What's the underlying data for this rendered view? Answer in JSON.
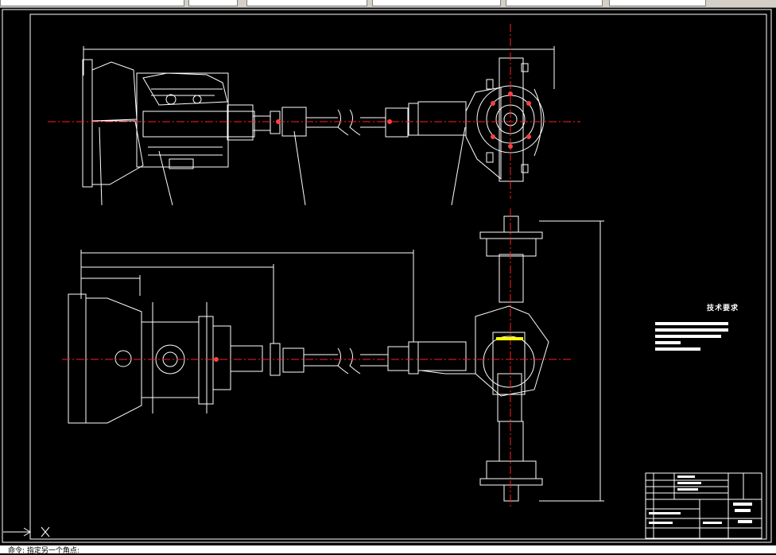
{
  "window": {
    "title": ""
  },
  "drawing": {
    "tech_requirements_title": "技术要求",
    "tech_requirement_lines": [
      100,
      100,
      90,
      35,
      62
    ],
    "colors": {
      "background": "#000000",
      "lines": "#ffffff",
      "centerline": "#ff2020",
      "accent": "#ffff00"
    }
  },
  "command_line": {
    "text": "命令: 指定另一个角点:"
  },
  "icons": [
    "ucs-icon"
  ]
}
